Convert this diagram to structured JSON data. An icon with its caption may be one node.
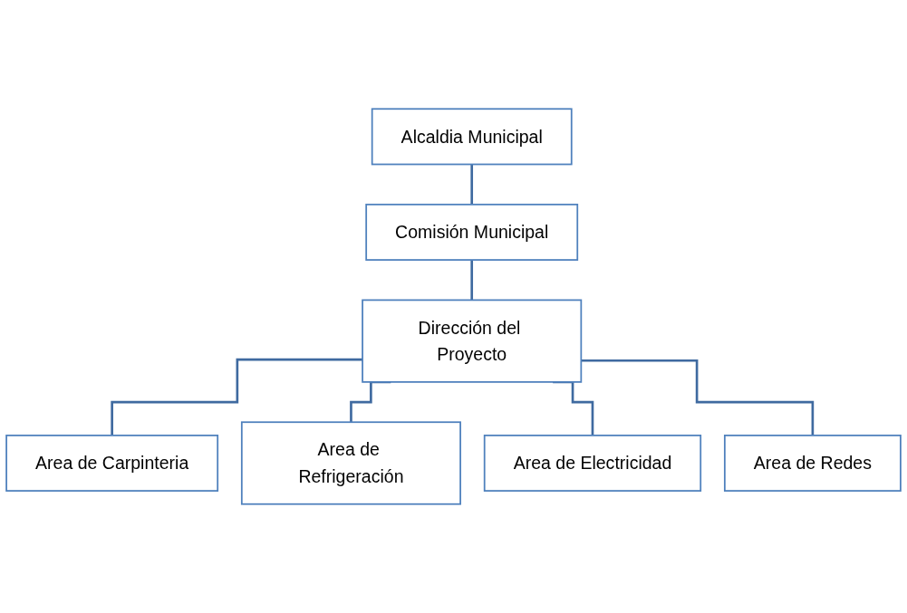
{
  "diagram": {
    "nodes": [
      {
        "text": [
          "Alcaldia Municipal"
        ]
      },
      {
        "text": [
          "Comisión Municipal"
        ]
      },
      {
        "text": [
          "Dirección del Proyecto"
        ]
      },
      {
        "text": [
          "Area de Carpinteria"
        ]
      },
      {
        "text": [
          "Area de Refrigeración"
        ]
      },
      {
        "text": [
          "Area de Electricidad"
        ]
      },
      {
        "text": [
          "Area de Redes"
        ]
      }
    ],
    "edges": [
      {
        "from": 0,
        "to": 1,
        "arrow": "none"
      },
      {
        "from": 1,
        "to": 2,
        "arrow": "none"
      },
      {
        "from": 2,
        "to": 3,
        "arrow": "none"
      },
      {
        "from": 2,
        "to": 4,
        "arrow": "none"
      },
      {
        "from": 2,
        "to": 5,
        "arrow": "none"
      },
      {
        "from": 2,
        "to": 6,
        "arrow": "none"
      }
    ]
  }
}
